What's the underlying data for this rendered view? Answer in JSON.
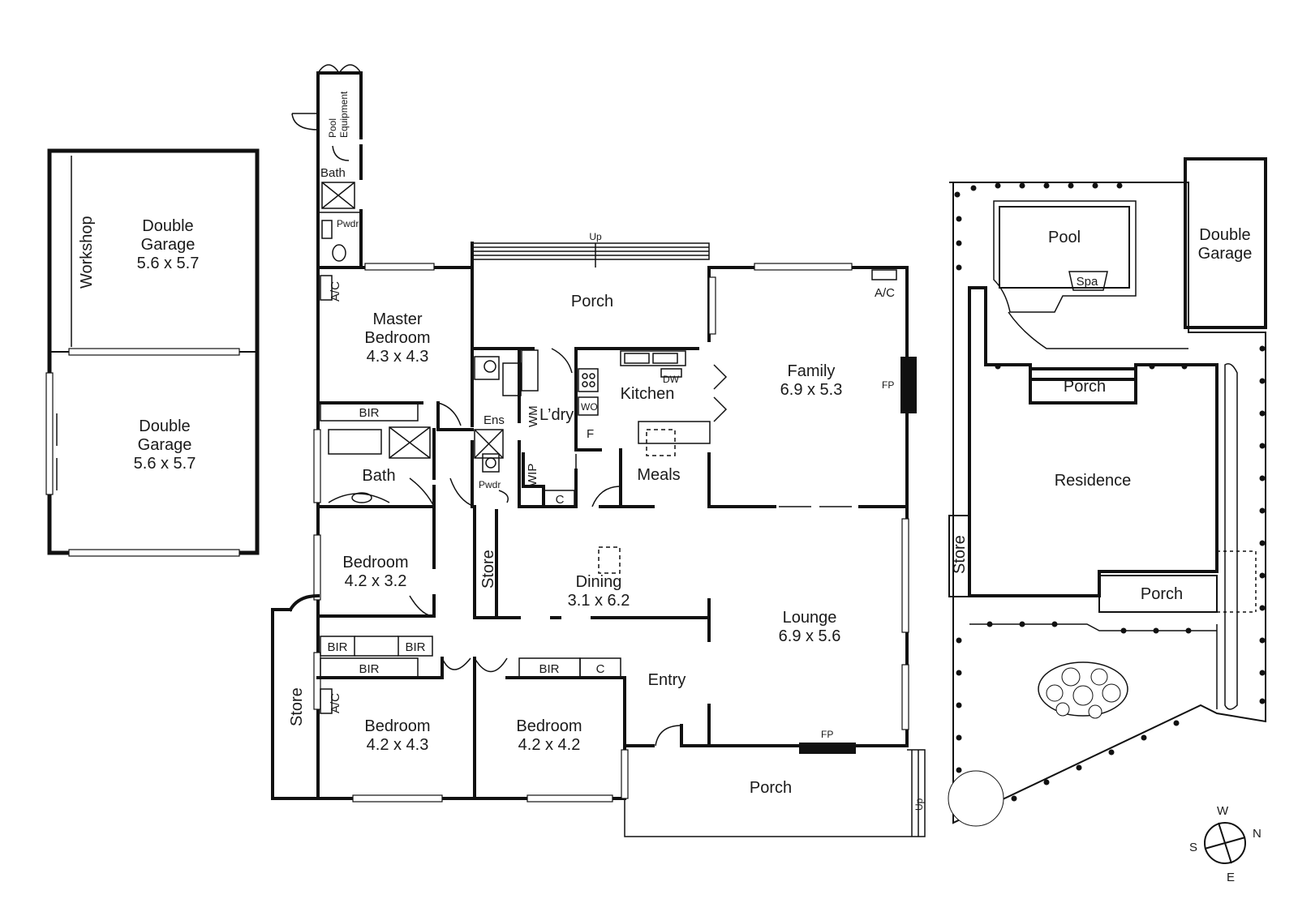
{
  "plan": {
    "garage_block": {
      "workshop": "Workshop",
      "garage_top": [
        "Double",
        "Garage",
        "5.6 x 5.7"
      ],
      "garage_bottom": [
        "Double",
        "Garage",
        "5.6 x 5.7"
      ]
    },
    "house": {
      "pool_equipment": [
        "Pool",
        "Equipment"
      ],
      "bath_small": "Bath",
      "pwdr_top": "Pwdr",
      "ac_master": "A/C",
      "master": [
        "Master",
        "Bedroom",
        "4.3 x 4.3"
      ],
      "bir_master": "BIR",
      "bath": "Bath",
      "ens": "Ens",
      "pwdr": "Pwdr",
      "wm": "WM",
      "laundry": "L’dry",
      "wo": "WO",
      "f": "F",
      "wip": "WIP",
      "c_laundry": "C",
      "porch_top": "Porch",
      "up_top": "Up",
      "kitchen": "Kitchen",
      "dw": "DW",
      "meals": "Meals",
      "family": [
        "Family",
        "6.9 x 5.3"
      ],
      "ac_family": "A/C",
      "fp_family": "FP",
      "store_mid": "Store",
      "dining": [
        "Dining",
        "3.1 x 6.2"
      ],
      "bedroom2": [
        "Bedroom",
        "4.2 x 3.2"
      ],
      "bir_a": "BIR",
      "bir_b": "BIR",
      "bir_c": "BIR",
      "bir_d": "BIR",
      "c_bed": "C",
      "entry": "Entry",
      "lounge": [
        "Lounge",
        "6.9 x 5.6"
      ],
      "store_left": "Store",
      "ac_bed": "A/C",
      "bedroom3": [
        "Bedroom",
        "4.2 x 4.3"
      ],
      "bedroom4": [
        "Bedroom",
        "4.2 x 4.2"
      ],
      "fp_lounge": "FP",
      "porch_bottom": "Porch",
      "up_bottom": "Up"
    },
    "site": {
      "pool": "Pool",
      "spa": "Spa",
      "garage": [
        "Double",
        "Garage"
      ],
      "porch_top": "Porch",
      "residence": "Residence",
      "store": "Store",
      "porch_bottom": "Porch"
    },
    "compass": {
      "w": "W",
      "s": "S",
      "n": "N",
      "e": "E"
    }
  }
}
